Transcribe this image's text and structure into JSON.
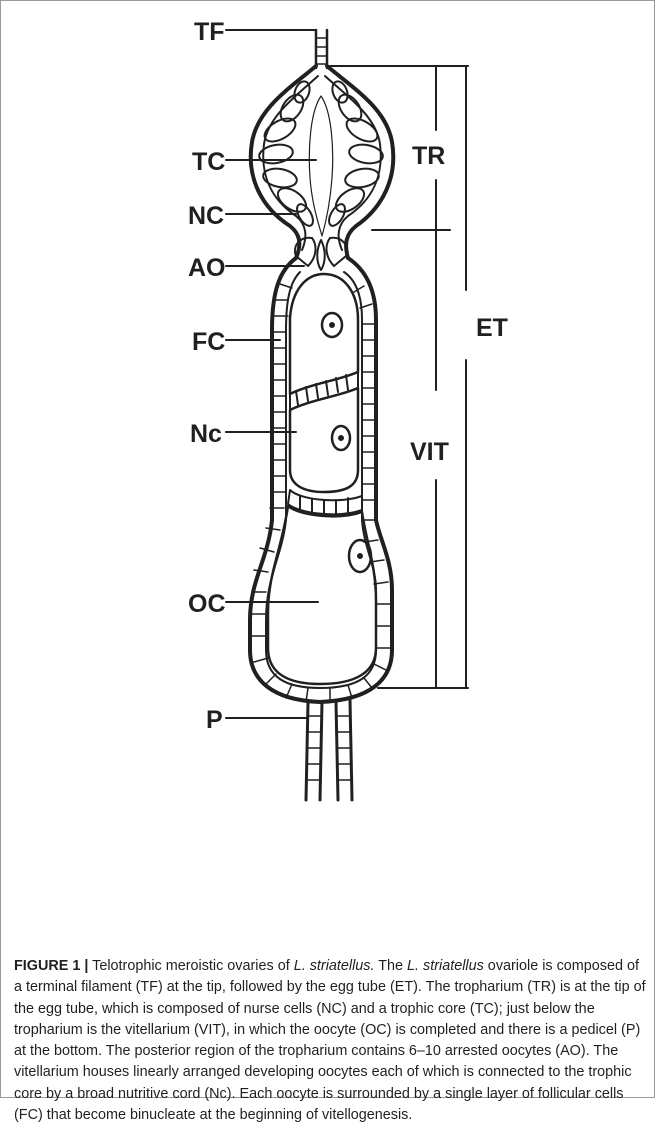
{
  "labels": {
    "tf": "TF",
    "tc": "TC",
    "nc_upper": "NC",
    "ao": "AO",
    "fc": "FC",
    "nc_lower": "Nc",
    "oc": "OC",
    "p": "P",
    "tr": "TR",
    "et": "ET",
    "vit": "VIT"
  },
  "caption": {
    "figure_label": "FIGURE 1 |",
    "part1": " Telotrophic meroistic ovaries of ",
    "species": "L. striatellus.",
    "part2": " The ",
    "species2": "L. striatellus",
    "part3": " ovariole is composed of a terminal filament (TF) at the tip, followed by the egg tube (ET). The tropharium (TR) is at the tip of the egg tube, which is composed of nurse cells (NC) and a trophic core (TC); just below the tropharium is the vitellarium (VIT), in which the oocyte (OC) is completed and there is a pedicel (P) at the bottom. The posterior region of the tropharium contains 6–10 arrested oocytes (AO). The vitellarium houses linearly arranged developing oocytes each of which is connected to the trophic core by a broad nutritive cord (Nc). Each oocyte is surrounded by a single layer of follicular cells (FC) that become binucleate at the beginning of vitellogenesis."
  },
  "colors": {
    "ink": "#231f20",
    "frame": "#9b9b9b",
    "background": "#ffffff"
  }
}
